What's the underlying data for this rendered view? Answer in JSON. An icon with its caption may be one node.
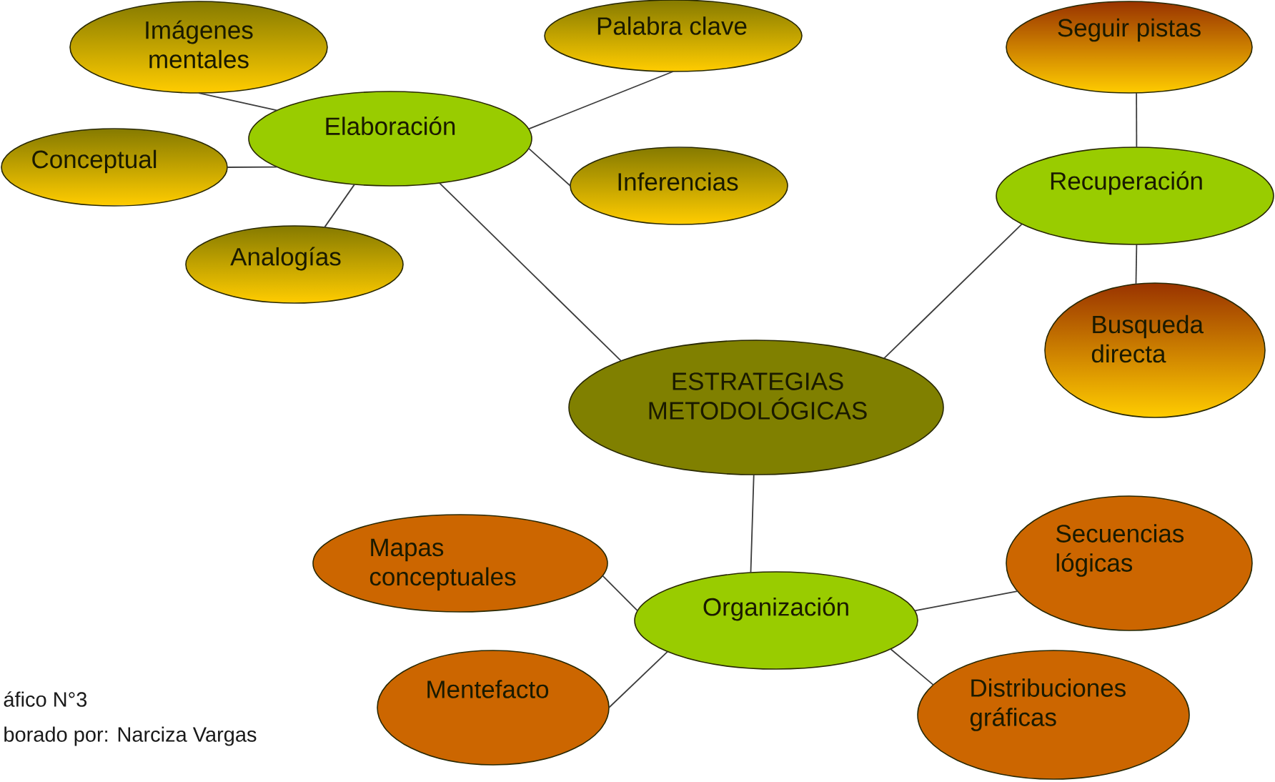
{
  "diagram": {
    "nodes": [
      {
        "text": [
          "Imágenes mentales"
        ]
      },
      {
        "text": [
          "Palabra clave"
        ]
      },
      {
        "text": [
          "Seguir pistas"
        ]
      },
      {
        "text": [
          "Elaboración"
        ]
      },
      {
        "text": [
          "Conceptual"
        ]
      },
      {
        "text": [
          "Inferencias"
        ]
      },
      {
        "text": [
          "Recuperación"
        ]
      },
      {
        "text": [
          "Analogías"
        ]
      },
      {
        "text": [
          "Busqueda directa"
        ]
      },
      {
        "text": [
          "ESTRATEGIAS METODOLÓGICAS"
        ]
      },
      {
        "text": [
          "Mapas conceptuales"
        ]
      },
      {
        "text": [
          "Secuencias lógicas"
        ]
      },
      {
        "text": [
          "Organización"
        ]
      },
      {
        "text": [
          "Mentefacto"
        ]
      },
      {
        "text": [
          "Distribuciones gráficas"
        ]
      }
    ],
    "edges": [
      {
        "from": 9,
        "to": 3,
        "arrow": "none"
      },
      {
        "from": 9,
        "to": 6,
        "arrow": "none"
      },
      {
        "from": 9,
        "to": 12,
        "arrow": "none"
      },
      {
        "from": 3,
        "to": 0,
        "arrow": "none"
      },
      {
        "from": 3,
        "to": 1,
        "arrow": "none"
      },
      {
        "from": 3,
        "to": 4,
        "arrow": "none"
      },
      {
        "from": 3,
        "to": 5,
        "arrow": "none"
      },
      {
        "from": 3,
        "to": 7,
        "arrow": "none"
      },
      {
        "from": 6,
        "to": 2,
        "arrow": "none"
      },
      {
        "from": 6,
        "to": 8,
        "arrow": "none"
      },
      {
        "from": 12,
        "to": 10,
        "arrow": "none"
      },
      {
        "from": 12,
        "to": 11,
        "arrow": "none"
      },
      {
        "from": 12,
        "to": 13,
        "arrow": "none"
      },
      {
        "from": 12,
        "to": 14,
        "arrow": "none"
      }
    ],
    "labels": [
      "áfico N°3",
      "borado por: Narciza Vargas"
    ]
  }
}
